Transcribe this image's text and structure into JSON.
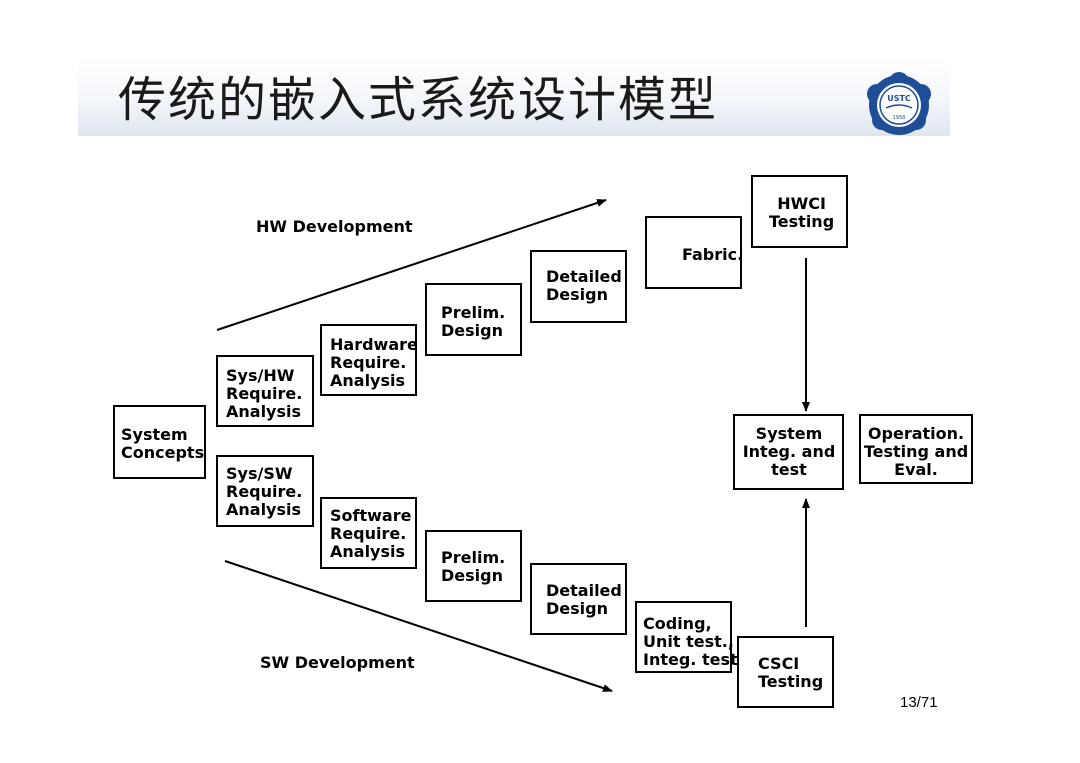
{
  "slide": {
    "title": "传统的嵌入式系统设计模型",
    "page_number": "13/71",
    "logo_text": "USTC",
    "logo_year": "1958"
  },
  "labels": {
    "hw_development": "HW Development",
    "sw_development": "SW Development"
  },
  "boxes": {
    "system_concepts": "System\nConcepts",
    "sys_hw_analysis": "Sys/HW\nRequire.\nAnalysis",
    "sys_sw_analysis": "Sys/SW\nRequire.\nAnalysis",
    "hardware_analysis": "Hardware\nRequire.\nAnalysis",
    "software_analysis": "Software\nRequire.\nAnalysis",
    "hw_prelim_design": "Prelim.\nDesign",
    "sw_prelim_design": "Prelim.\nDesign",
    "hw_detailed_design": "Detailed\nDesign",
    "sw_detailed_design": "Detailed\nDesign",
    "fabric": "Fabric.",
    "coding": "Coding,\nUnit test.,\nInteg. test",
    "hwci_testing": "HWCI\nTesting",
    "csci_testing": "CSCI\nTesting",
    "system_integ": "System\nInteg. and\ntest",
    "operation": "Operation.\nTesting and\nEval."
  }
}
